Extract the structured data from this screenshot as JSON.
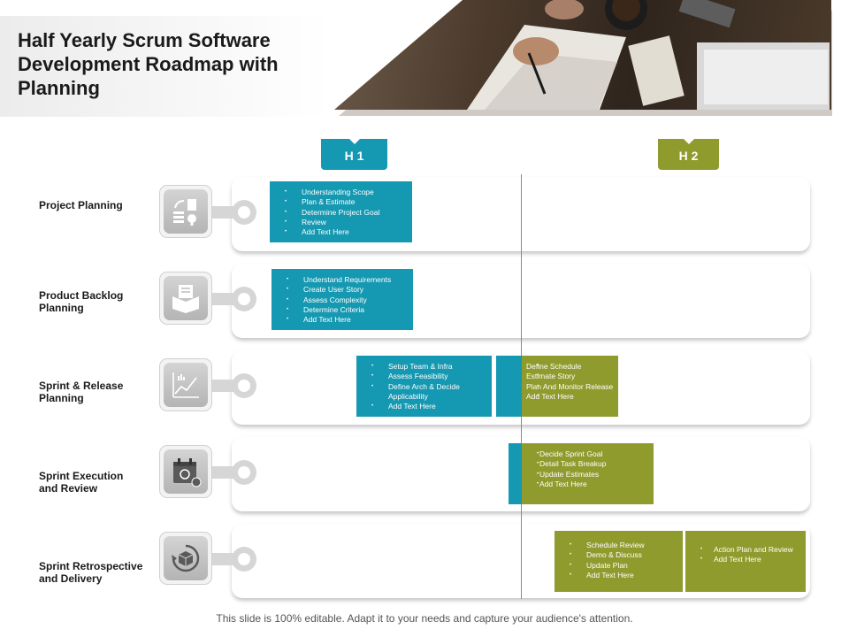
{
  "header": {
    "title": "Half Yearly Scrum Software Development Roadmap with Planning"
  },
  "periods": [
    {
      "label": "H 1",
      "color": "#1598b1"
    },
    {
      "label": "H 2",
      "color": "#8f9b2d"
    }
  ],
  "rows": [
    {
      "label": "Project Planning",
      "icon": "planning-tools-icon",
      "tasks": [
        {
          "color": "teal",
          "items": [
            "Understanding Scope",
            "Plan & Estimate",
            "Determine Project Goal",
            "Review",
            "Add Text Here"
          ]
        }
      ]
    },
    {
      "label": "Product Backlog Planning",
      "icon": "backlog-box-icon",
      "tasks": [
        {
          "color": "teal",
          "items": [
            "Understand Requirements",
            "Create User Story",
            "Assess Complexity",
            "Determine Criteria",
            "Add Text Here"
          ]
        }
      ]
    },
    {
      "label": "Sprint & Release Planning",
      "icon": "growth-chart-icon",
      "tasks": [
        {
          "color": "teal",
          "items": [
            "Setup Team & Infra",
            "Assess Feasibility",
            "Define Arch & Decide Applicability",
            "Add Text Here"
          ]
        },
        {
          "color": "olive",
          "items": [
            "Define Schedule",
            "Estimate Story",
            "Plan And Monitor Release",
            "Add Text Here"
          ]
        }
      ]
    },
    {
      "label": "Sprint Execution and Review",
      "icon": "calendar-clock-icon",
      "tasks": [
        {
          "color": "olive",
          "items": [
            "Decide Sprint Goal",
            "Detail Task Breakup",
            "Update Estimates",
            "Add Text Here"
          ]
        }
      ]
    },
    {
      "label": "Sprint Retrospective and Delivery",
      "icon": "delivery-cycle-icon",
      "tasks": [
        {
          "color": "olive",
          "items": [
            "Schedule Review",
            "Demo & Discuss",
            "Update Plan",
            "Add Text Here"
          ]
        },
        {
          "color": "olive",
          "items": [
            "Action Plan and Review",
            "Add Text Here"
          ]
        }
      ]
    }
  ],
  "footer": "This slide is 100% editable. Adapt it to your needs and capture your audience's attention."
}
